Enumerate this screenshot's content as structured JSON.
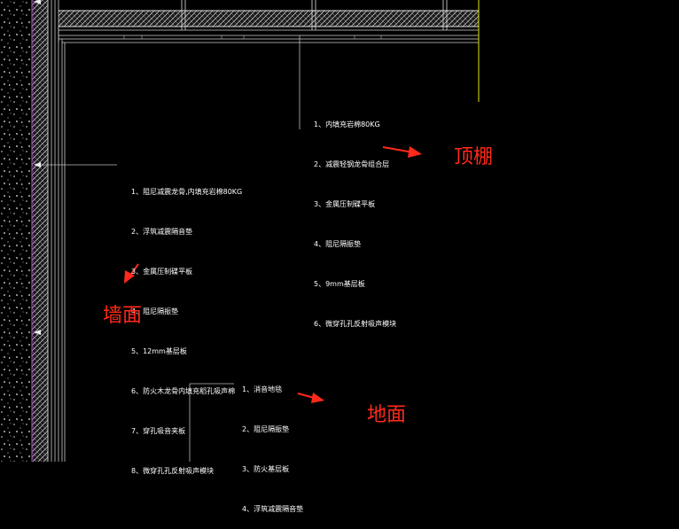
{
  "ceiling": {
    "label": "顶棚",
    "notes": [
      "1、内填充岩棉80KG",
      "2、减震轻钢龙骨组合层",
      "3、金属压制碟平板",
      "4、阻尼隔振垫",
      "5、9mm基层板",
      "6、微穿孔孔反射吸声模块"
    ]
  },
  "wall": {
    "label": "墙面",
    "notes": [
      "1、阻尼减震龙骨,内填充岩棉80KG",
      "2、浮筑减震隔音垫",
      "3、金属压制碟平板",
      "4、阻尼隔振垫",
      "5、12mm基层板",
      "6、防火木龙骨内填充稻孔吸声棉",
      "7、穿孔吸音夹板",
      "8、微穿孔孔反射吸声模块"
    ]
  },
  "floor": {
    "label": "地面",
    "notes": [
      "1、消音地毯",
      "2、阻尼隔振垫",
      "3、防火基层板",
      "4、浮筑减震隔音垫"
    ]
  },
  "colors": {
    "annotation_red": "#ff2a1a",
    "note_text": "#ffffff",
    "background": "#000000",
    "wall_edge": "#a040c0",
    "guide_yellow": "#e6e600"
  }
}
